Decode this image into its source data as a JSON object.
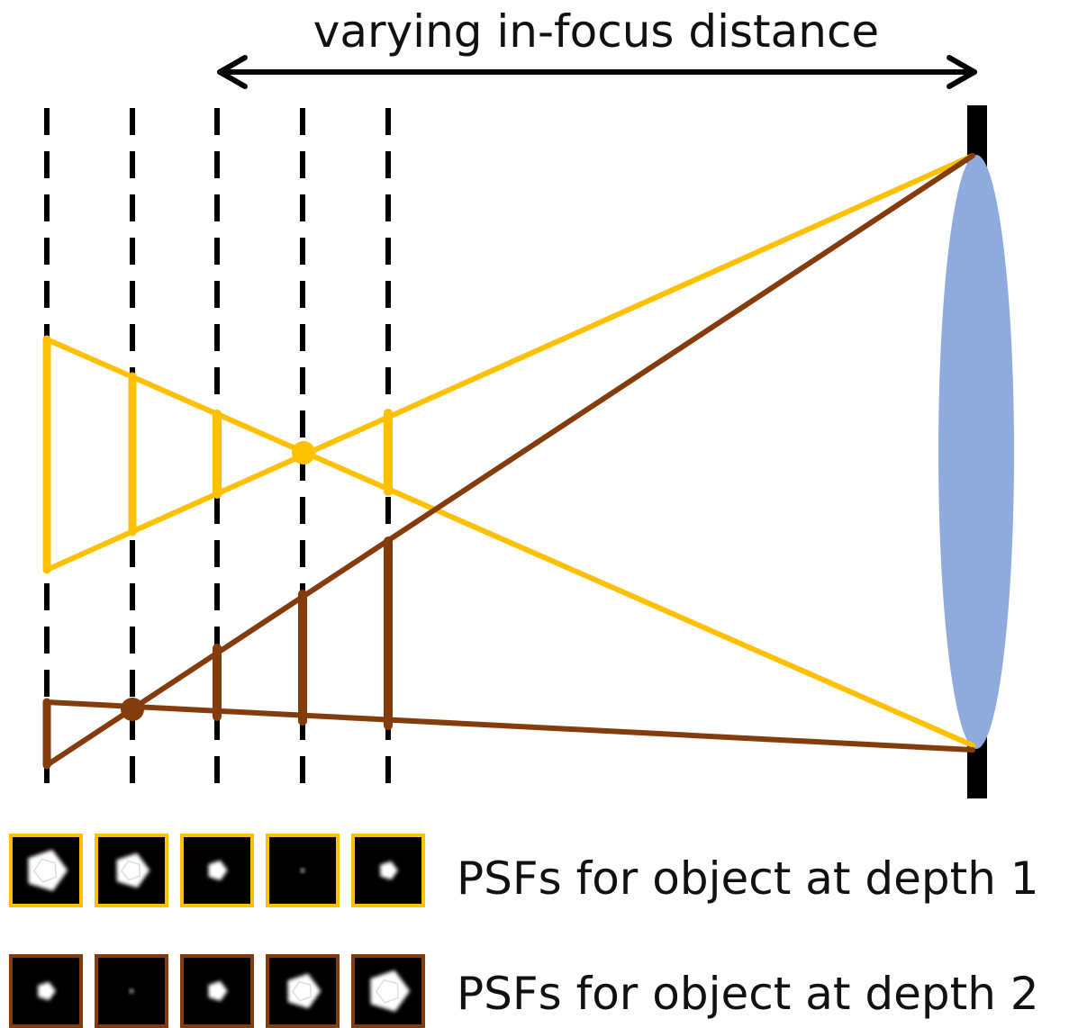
{
  "header": {
    "range_label": "varying in-focus distance"
  },
  "rows": [
    {
      "label": "PSFs for object at depth 1",
      "border_color": "#ffc000",
      "blur_levels": [
        0.62,
        0.52,
        0.3,
        0.06,
        0.28
      ]
    },
    {
      "label": "PSFs for object at depth 2",
      "border_color": "#843c0c",
      "blur_levels": [
        0.28,
        0.06,
        0.3,
        0.52,
        0.62
      ]
    }
  ],
  "colors": {
    "depth1_ray": "#ffc000",
    "depth2_ray": "#843c0c",
    "lens": "#8faadc",
    "sensor_planes": "#000000",
    "psf_background": "#000000",
    "psf_spot": "#ffffff"
  },
  "icons": {
    "arrow": "double-headed-arrow-icon",
    "lens": "lens-icon"
  }
}
